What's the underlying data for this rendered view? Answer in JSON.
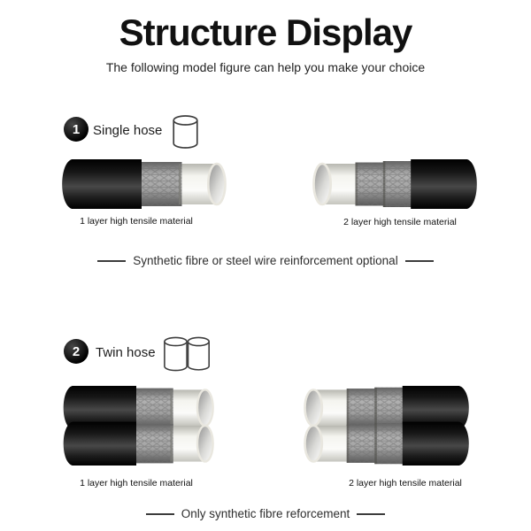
{
  "header": {
    "title": "Structure Display",
    "subtitle": "The following model figure can help you make your choice"
  },
  "sections": [
    {
      "number": "1",
      "name": "Single hose",
      "icon": "cylinder-icon",
      "items": [
        {
          "label": "1 layer high tensile material"
        },
        {
          "label": "2 layer high tensile material"
        }
      ],
      "note": "Synthetic fibre or steel wire reinforcement optional"
    },
    {
      "number": "2",
      "name": "Twin hose",
      "icon": "double-cylinder-icon",
      "items": [
        {
          "label": "1 layer high tensile material"
        },
        {
          "label": "2 layer high tensile material"
        }
      ],
      "note": "Only synthetic fibre reforcement"
    }
  ],
  "colors": {
    "background": "#ffffff",
    "text": "#111111",
    "badge": "#000000",
    "hose_outer_rubber": "#1b1b1b",
    "braid_reinforcement": "#9a9a9a",
    "inner_tube": "#f2f1ec",
    "divider_line": "#3c3c3c"
  }
}
